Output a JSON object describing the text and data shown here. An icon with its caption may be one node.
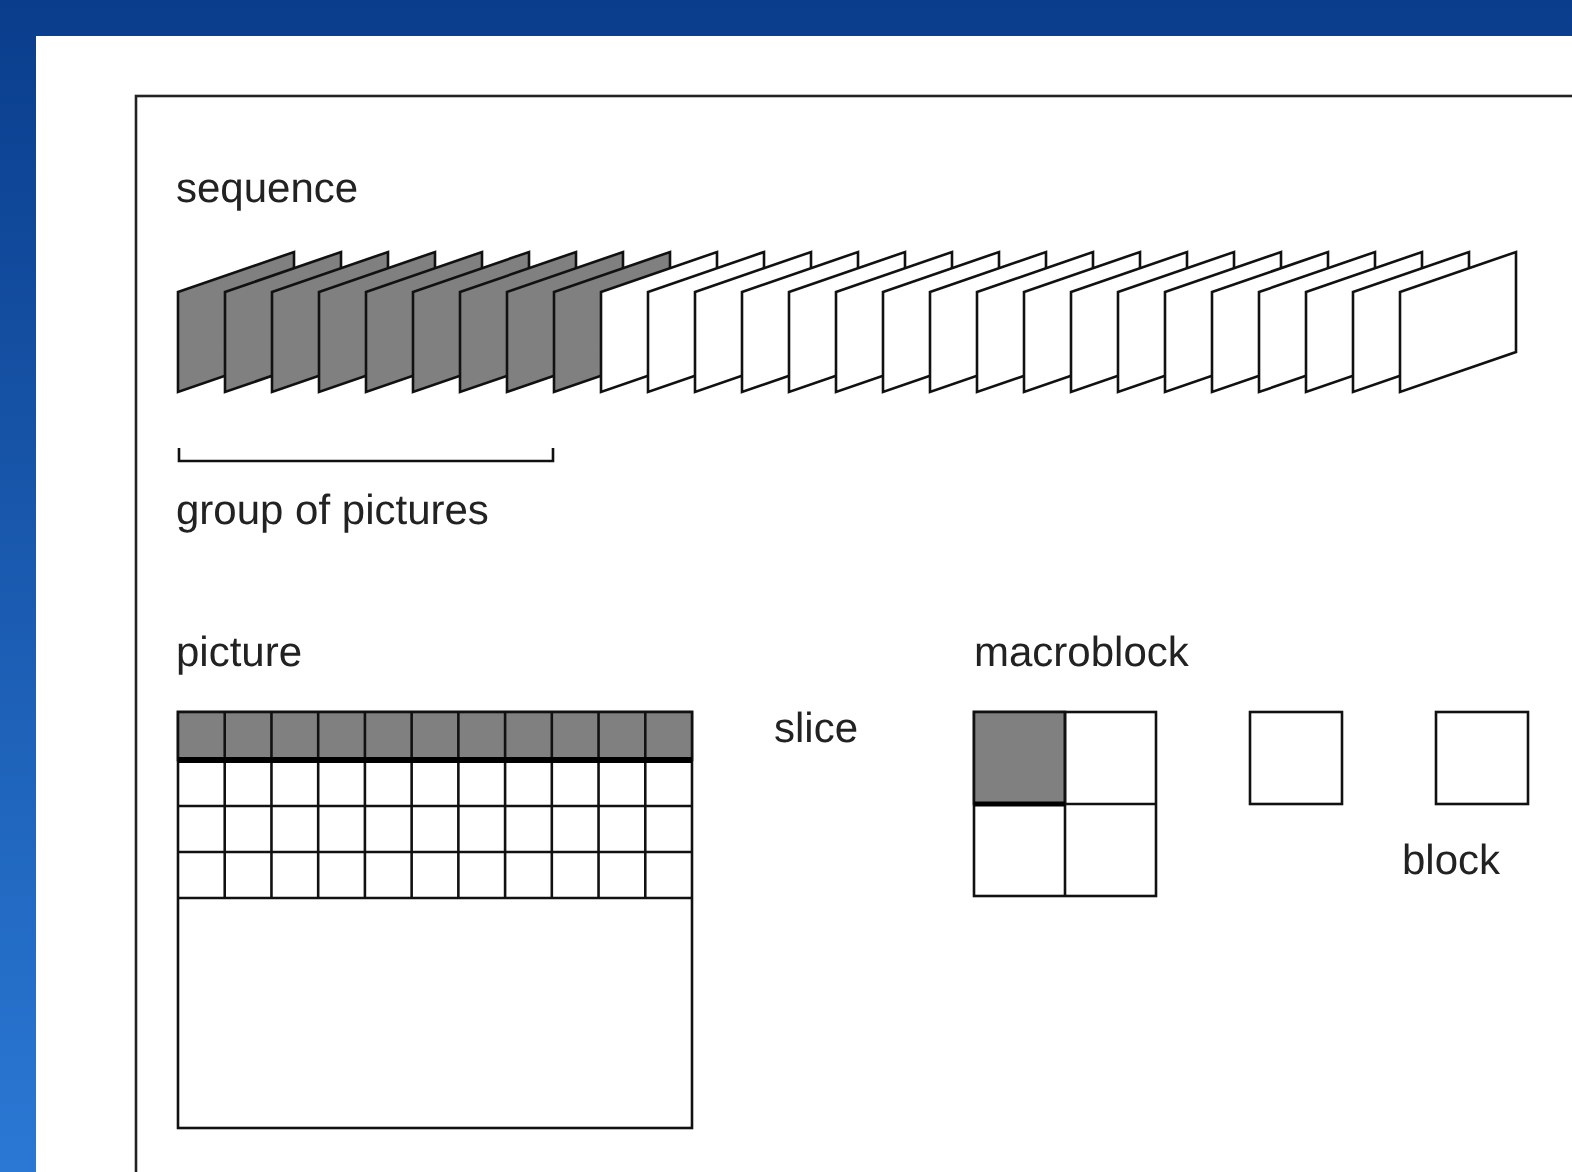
{
  "diagram": {
    "labels": [
      "sequence",
      "group of pictures",
      "picture",
      "slice",
      "macroblock",
      "block"
    ]
  }
}
